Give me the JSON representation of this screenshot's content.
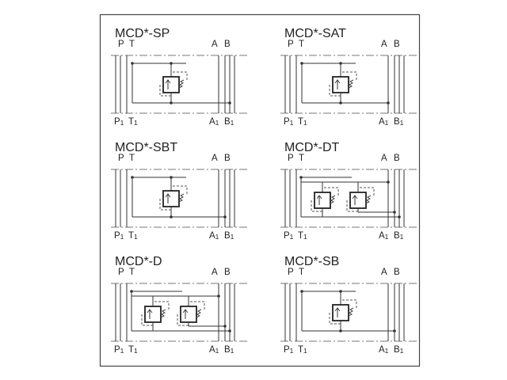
{
  "diagrams": [
    {
      "title": "MCD*-SP",
      "ports": {
        "p": "P",
        "t": "T",
        "a": "A",
        "b": "B",
        "p1": "P",
        "t1": "T",
        "a1": "A",
        "b1": "B",
        "sub": "1"
      },
      "valves": 1,
      "line": "P"
    },
    {
      "title": "MCD*-SAT",
      "ports": {
        "p": "P",
        "t": "T",
        "a": "A",
        "b": "B",
        "p1": "P",
        "t1": "T",
        "a1": "A",
        "b1": "B",
        "sub": "1"
      },
      "valves": 1,
      "line": "A"
    },
    {
      "title": "MCD*-SBT",
      "ports": {
        "p": "P",
        "t": "T",
        "a": "A",
        "b": "B",
        "p1": "P",
        "t1": "T",
        "a1": "A",
        "b1": "B",
        "sub": "1"
      },
      "valves": 1,
      "line": "B"
    },
    {
      "title": "MCD*-DT",
      "ports": {
        "p": "P",
        "t": "T",
        "a": "A",
        "b": "B",
        "p1": "P",
        "t1": "T",
        "a1": "A",
        "b1": "B",
        "sub": "1"
      },
      "valves": 2,
      "line": "AB"
    },
    {
      "title": "MCD*-D",
      "ports": {
        "p": "P",
        "t": "T",
        "a": "A",
        "b": "B",
        "p1": "P",
        "t1": "T",
        "a1": "A",
        "b1": "B",
        "sub": "1"
      },
      "valves": 2,
      "line": "AB"
    },
    {
      "title": "MCD*-SB",
      "ports": {
        "p": "P",
        "t": "T",
        "a": "A",
        "b": "B",
        "p1": "P",
        "t1": "T",
        "a1": "A",
        "b1": "B",
        "sub": "1"
      },
      "valves": 1,
      "line": "B"
    }
  ]
}
